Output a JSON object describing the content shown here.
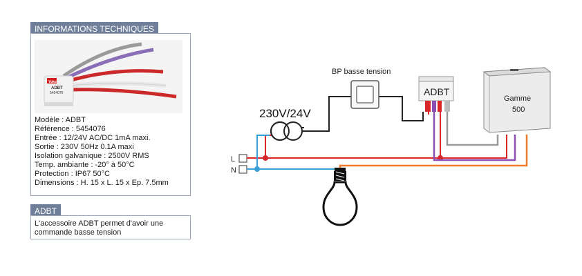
{
  "info_panel": {
    "header": "INFORMATIONS TECHNIQUES",
    "photo_badge_brand": "Yoko",
    "photo_badge_model": "ADBT",
    "photo_badge_ref": "5454076",
    "specs": [
      "Modèle : ADBT",
      "Référence : 5454076",
      "Entrée : 12/24V AC/DC 1mA maxi.",
      "Sortie : 230V 50Hz 0.1A maxi",
      "Isolation galvanique : 2500V RMS",
      "Temp. ambiante : -20° à 50°C",
      "Protection : IP67 50°C",
      "Dimensions : H. 15 x L. 15 x Ep. 7.5mm"
    ]
  },
  "adbt_panel": {
    "header": "ADBT",
    "description": "L'accessoire ADBT permet d'avoir une commande basse tension"
  },
  "diagram": {
    "bp_label": "BP basse tension",
    "voltage_label": "230V/24V",
    "adbt_label": "ADBT",
    "gamme_label_line1": "Gamme",
    "gamme_label_line2": "500",
    "l_label": "L",
    "n_label": "N"
  },
  "colors": {
    "header_bg": "#6f7f99",
    "wire_black": "#222222",
    "wire_red": "#d8262b",
    "wire_blue": "#3aa0d8",
    "wire_orange": "#ee7d2e",
    "wire_purple": "#8a4fb0",
    "wire_gray": "#9a9a9a"
  }
}
